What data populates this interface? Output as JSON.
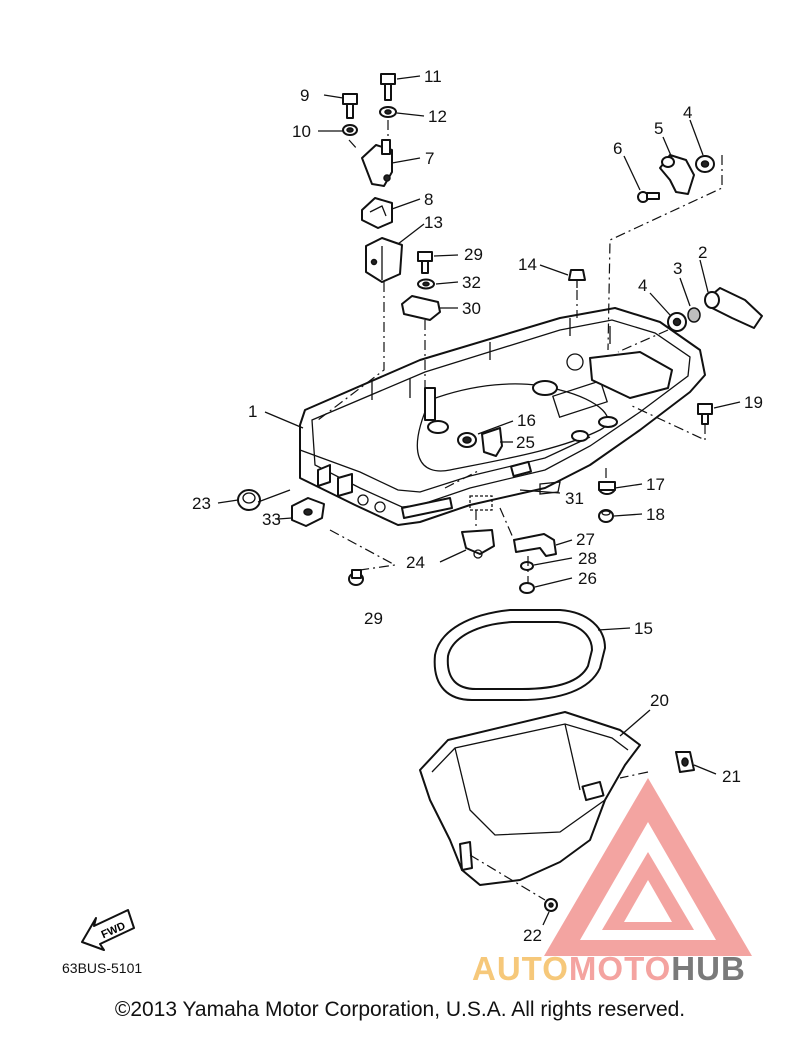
{
  "diagram": {
    "callouts": [
      {
        "id": "c1",
        "text": "1"
      },
      {
        "id": "c2",
        "text": "2"
      },
      {
        "id": "c3",
        "text": "3"
      },
      {
        "id": "c4a",
        "text": "4"
      },
      {
        "id": "c4b",
        "text": "4"
      },
      {
        "id": "c5",
        "text": "5"
      },
      {
        "id": "c6",
        "text": "6"
      },
      {
        "id": "c7",
        "text": "7"
      },
      {
        "id": "c8",
        "text": "8"
      },
      {
        "id": "c9",
        "text": "9"
      },
      {
        "id": "c10",
        "text": "10"
      },
      {
        "id": "c11",
        "text": "11"
      },
      {
        "id": "c12",
        "text": "12"
      },
      {
        "id": "c13",
        "text": "13"
      },
      {
        "id": "c14",
        "text": "14"
      },
      {
        "id": "c15",
        "text": "15"
      },
      {
        "id": "c16",
        "text": "16"
      },
      {
        "id": "c17",
        "text": "17"
      },
      {
        "id": "c18",
        "text": "18"
      },
      {
        "id": "c19",
        "text": "19"
      },
      {
        "id": "c20",
        "text": "20"
      },
      {
        "id": "c21",
        "text": "21"
      },
      {
        "id": "c22",
        "text": "22"
      },
      {
        "id": "c23",
        "text": "23"
      },
      {
        "id": "c24",
        "text": "24"
      },
      {
        "id": "c25",
        "text": "25"
      },
      {
        "id": "c26",
        "text": "26"
      },
      {
        "id": "c27",
        "text": "27"
      },
      {
        "id": "c28",
        "text": "28"
      },
      {
        "id": "c29a",
        "text": "29"
      },
      {
        "id": "c29b",
        "text": "29"
      },
      {
        "id": "c30",
        "text": "30"
      },
      {
        "id": "c31",
        "text": "31"
      },
      {
        "id": "c32",
        "text": "32"
      },
      {
        "id": "c33",
        "text": "33"
      }
    ],
    "fwd_label": "FWD",
    "diagram_code": "63BUS-5101",
    "copyright": "©2013 Yamaha Motor Corporation, U.S.A. All rights reserved."
  },
  "watermark": {
    "part1": "AUTO",
    "part2": "MOTO",
    "part3": "HUB",
    "colors": {
      "auto": "#f6c87a",
      "moto": "#f4a3a0",
      "hub": "#7a7a7a",
      "triangle": "#ef8a86"
    }
  }
}
